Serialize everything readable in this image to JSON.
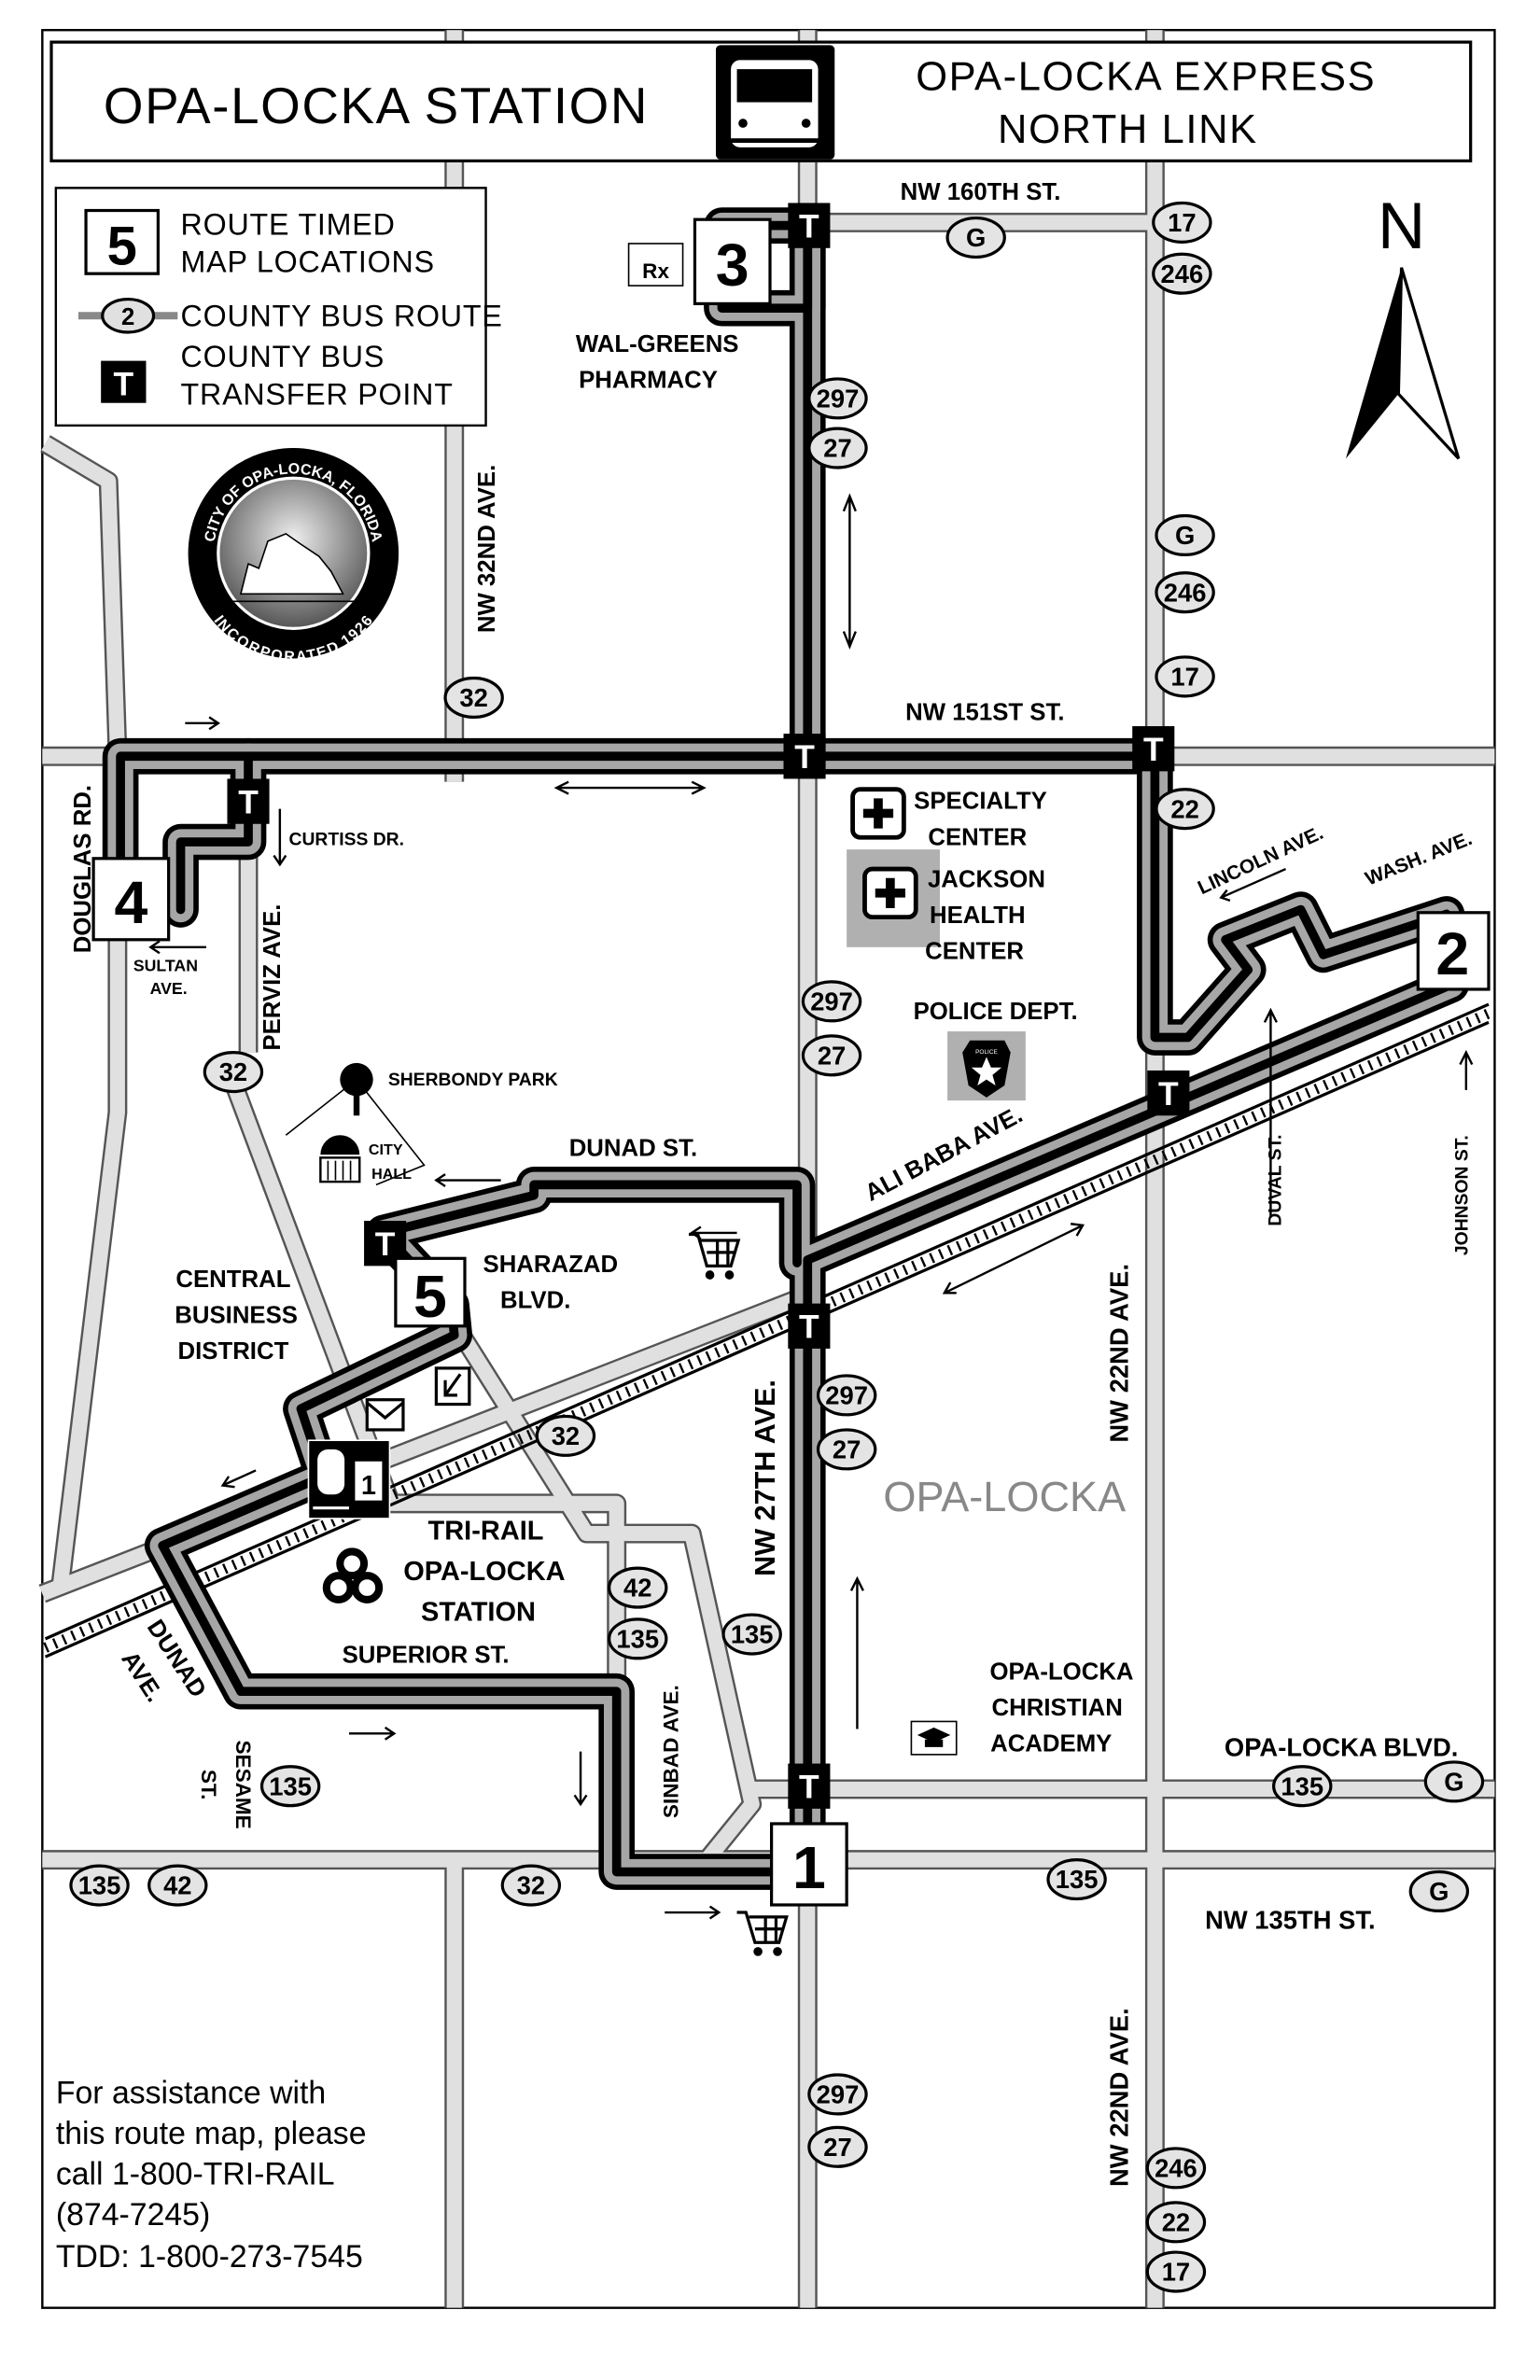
{
  "header": {
    "title": "OPA-LOCKA STATION",
    "route_name_line1": "OPA-LOCKA EXPRESS",
    "route_name_line2": "NORTH LINK",
    "icon": "bus-icon"
  },
  "legend": {
    "timed_symbol": "5",
    "timed_line1": "ROUTE TIMED",
    "timed_line2": "MAP LOCATIONS",
    "route_symbol": "2",
    "route_label": "COUNTY BUS ROUTE",
    "transfer_symbol": "T",
    "transfer_line1": "COUNTY BUS",
    "transfer_line2": "TRANSFER POINT"
  },
  "north_label": "N",
  "seal": {
    "top_text": "CITY OF OPA-LOCKA, FLORIDA",
    "bottom_text": "INCORPORATED 1926"
  },
  "streets": {
    "nw160": "NW 160TH ST.",
    "nw151": "NW 151ST ST.",
    "nw32": "NW 32ND AVE.",
    "douglas": "DOUGLAS RD.",
    "curtiss": "CURTISS DR.",
    "sultan1": "SULTAN",
    "sultan2": "AVE.",
    "perviz": "PERVIZ AVE.",
    "dunad_st": "DUNAD ST.",
    "sharazad1": "SHARAZAD",
    "sharazad2": "BLVD.",
    "alibaba": "ALI BABA AVE.",
    "lincoln": "LINCOLN AVE.",
    "wash": "WASH. AVE.",
    "duval": "DUVAL ST.",
    "johnson": "JOHNSON ST.",
    "nw22": "NW 22ND AVE.",
    "nw27": "NW 27TH AVE.",
    "superior": "SUPERIOR ST.",
    "dunad_ave1": "DUNAD",
    "dunad_ave2": "AVE.",
    "sesame1": "SESAME",
    "sesame2": "ST.",
    "sinbad": "SINBAD AVE.",
    "opa_blvd": "OPA-LOCKA BLVD.",
    "nw135": "NW 135TH ST."
  },
  "places": {
    "walgreens1": "WAL-GREENS",
    "walgreens2": "PHARMACY",
    "specialty1": "SPECIALTY",
    "specialty2": "CENTER",
    "jackson1": "JACKSON",
    "jackson2": "HEALTH",
    "jackson3": "CENTER",
    "police": "POLICE DEPT.",
    "police_badge": "POLICE",
    "sherbondy": "SHERBONDY PARK",
    "cityhall1": "CITY",
    "cityhall2": "HALL",
    "cbd1": "CENTRAL",
    "cbd2": "BUSINESS",
    "cbd3": "DISTRICT",
    "trirail1": "TRI-RAIL",
    "trirail2": "OPA-LOCKA",
    "trirail3": "STATION",
    "academy1": "OPA-LOCKA",
    "academy2": "CHRISTIAN",
    "academy3": "ACADEMY",
    "city": "OPA-LOCKA"
  },
  "timed_points": [
    "1",
    "2",
    "3",
    "4",
    "5"
  ],
  "transfer_label": "T",
  "bus_route_shields": [
    "G",
    "17",
    "246",
    "297",
    "27",
    "G",
    "246",
    "17",
    "32",
    "22",
    "297",
    "27",
    "32",
    "32",
    "297",
    "27",
    "42",
    "135",
    "135",
    "135",
    "135",
    "G",
    "135",
    "42",
    "32",
    "135",
    "G",
    "297",
    "27",
    "246",
    "22",
    "17"
  ],
  "assistance": {
    "line1": "For assistance with",
    "line2": "this route map, please",
    "line3": "call 1-800-TRI-RAIL",
    "line4": "(874-7245)",
    "line5": "TDD: 1-800-273-7545"
  },
  "colors": {
    "route_casing": "#a6a6a6",
    "road_fill": "#e0e0e0",
    "ink": "#000000"
  }
}
